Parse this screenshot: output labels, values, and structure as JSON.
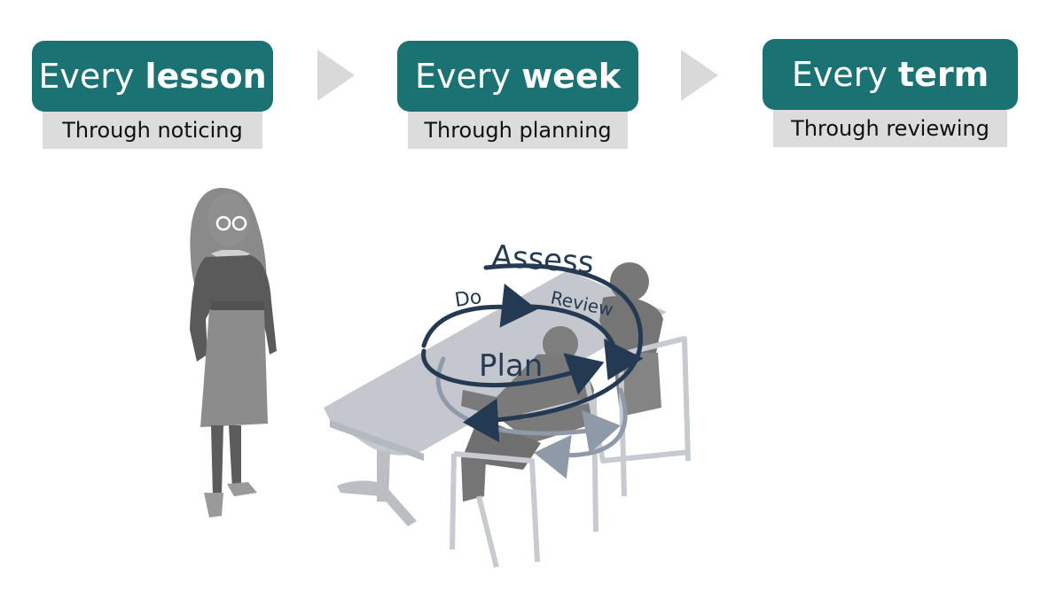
{
  "stages": [
    {
      "prefix": "Every ",
      "emphasis": "lesson",
      "caption": "Through noticing"
    },
    {
      "prefix": "Every ",
      "emphasis": "week",
      "caption": "Through planning"
    },
    {
      "prefix": "Every ",
      "emphasis": "term",
      "caption": "Through reviewing"
    }
  ],
  "cycle": {
    "outer": "Assess",
    "inner_left": "Do",
    "inner_right": "Review",
    "center": "Plan"
  },
  "colors": {
    "box": "#1b7272",
    "caption_bg": "#dcdcdc",
    "chevron": "#d9d9d9",
    "cycle_dark": "#243a52",
    "cycle_light": "#8e9aa8",
    "figure": "#6e6e6e"
  },
  "icons": [
    "chevron-right-icon",
    "teacher-figure",
    "table-with-pupils"
  ]
}
